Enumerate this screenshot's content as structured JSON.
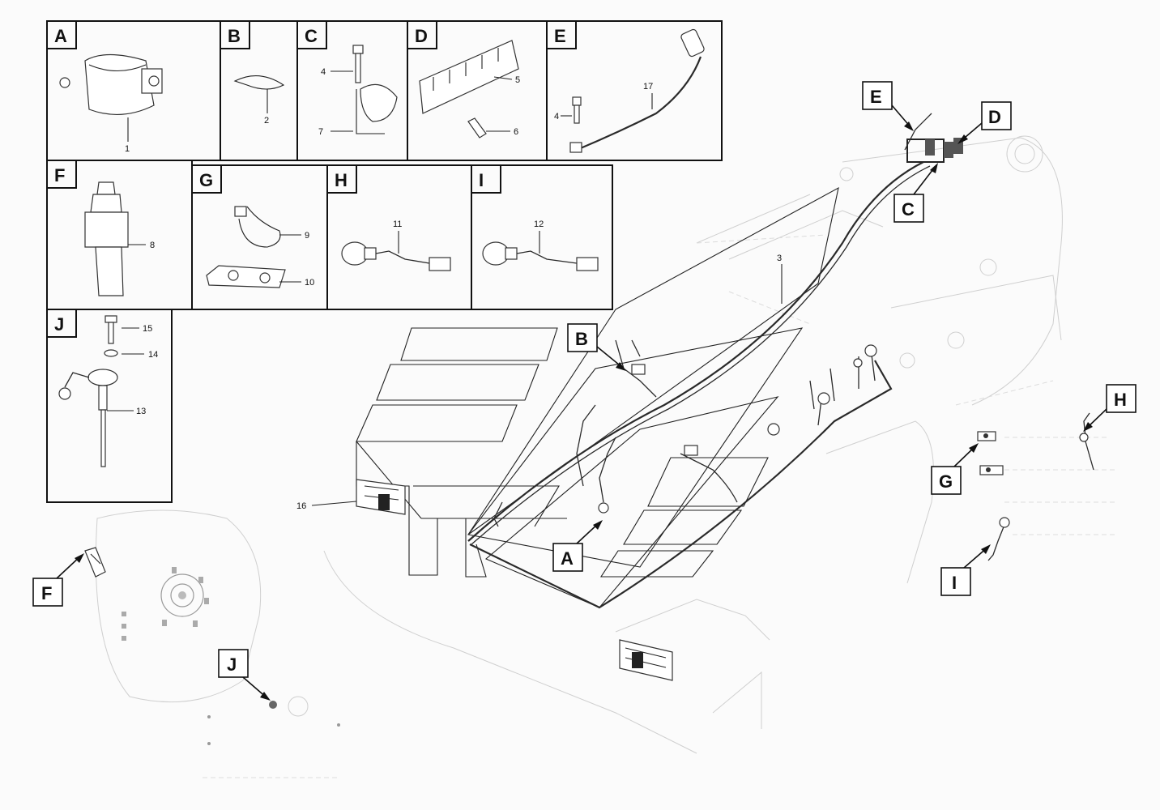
{
  "panels": [
    {
      "letter": "A",
      "parts": [
        "1"
      ]
    },
    {
      "letter": "B",
      "parts": [
        "2"
      ]
    },
    {
      "letter": "C",
      "parts": [
        "4",
        "7"
      ]
    },
    {
      "letter": "D",
      "parts": [
        "5",
        "6"
      ]
    },
    {
      "letter": "E",
      "parts": [
        "4",
        "17"
      ]
    },
    {
      "letter": "F",
      "parts": [
        "8"
      ]
    },
    {
      "letter": "G",
      "parts": [
        "9",
        "10"
      ]
    },
    {
      "letter": "H",
      "parts": [
        "11"
      ]
    },
    {
      "letter": "I",
      "parts": [
        "12"
      ]
    },
    {
      "letter": "J",
      "parts": [
        "15",
        "14",
        "13"
      ]
    }
  ],
  "callouts": {
    "A": "A",
    "B": "B",
    "C": "C",
    "D": "D",
    "E": "E",
    "F": "F",
    "G": "G",
    "H": "H",
    "I": "I",
    "J": "J"
  },
  "main_parts": {
    "harness": "3",
    "light": "16"
  }
}
